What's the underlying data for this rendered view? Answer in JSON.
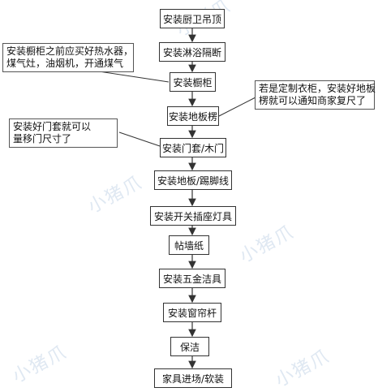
{
  "steps": [
    "安装厨卫吊顶",
    "安装淋浴隔断",
    "安装橱柜",
    "安装地板楞",
    "安装门套/木门",
    "安装地板/踢脚线",
    "安装开关插座灯具",
    "帖墙纸",
    "安装五金洁具",
    "安装窗帘杆",
    "保洁",
    "家具进场/软装"
  ],
  "notes": {
    "cabinet_note": [
      "安装橱柜之前应买好热水器，",
      "煤气灶，油烟机，开通煤气"
    ],
    "wardrobe_note": [
      "若是定制衣柜，安装好地板",
      "楞就可以通知商家复尺了"
    ],
    "door_note": [
      "安装好门套就可以",
      "量移门尺寸了"
    ]
  },
  "watermark": "小猪爪"
}
